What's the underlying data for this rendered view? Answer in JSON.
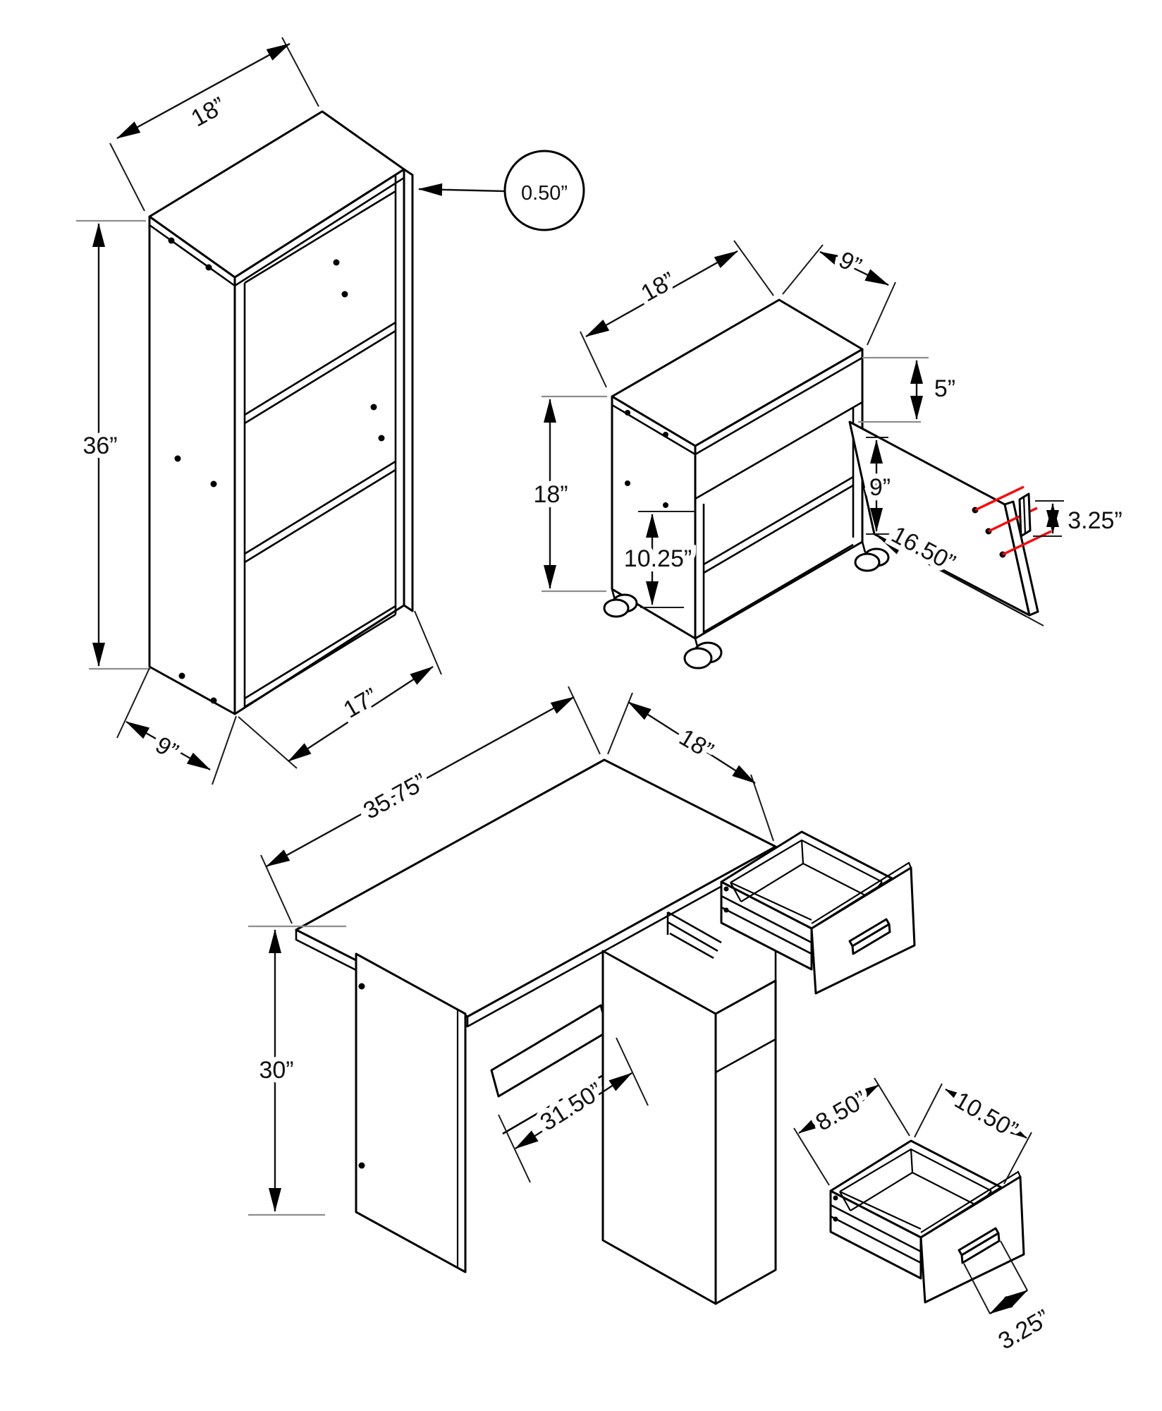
{
  "drawing_type": "furniture-assembly-dimension-diagram",
  "units": "inches",
  "line_color": "#000000",
  "accent_red": "#ff0000",
  "bookcase": {
    "name": "3-shelf bookcase",
    "width": "18”",
    "height": "36”",
    "depth": "9”",
    "shelf_width": "17”",
    "panel_thickness": "0.50”"
  },
  "cart": {
    "name": "mobile cabinet on casters",
    "width": "18”",
    "depth": "9”",
    "top_section_height": "5”",
    "height": "18”",
    "interior_height": "10.25”",
    "door_opening_height": "9”",
    "door_width": "16.50”",
    "handle_length": "3.25”"
  },
  "desk": {
    "name": "desk with drawer",
    "width": "35.75”",
    "depth": "18”",
    "height": "30”",
    "knee_clearance_width": "31.50”"
  },
  "drawer": {
    "name": "drawer detail",
    "depth": "8.50”",
    "width": "10.50”",
    "handle_length": "3.25”"
  }
}
